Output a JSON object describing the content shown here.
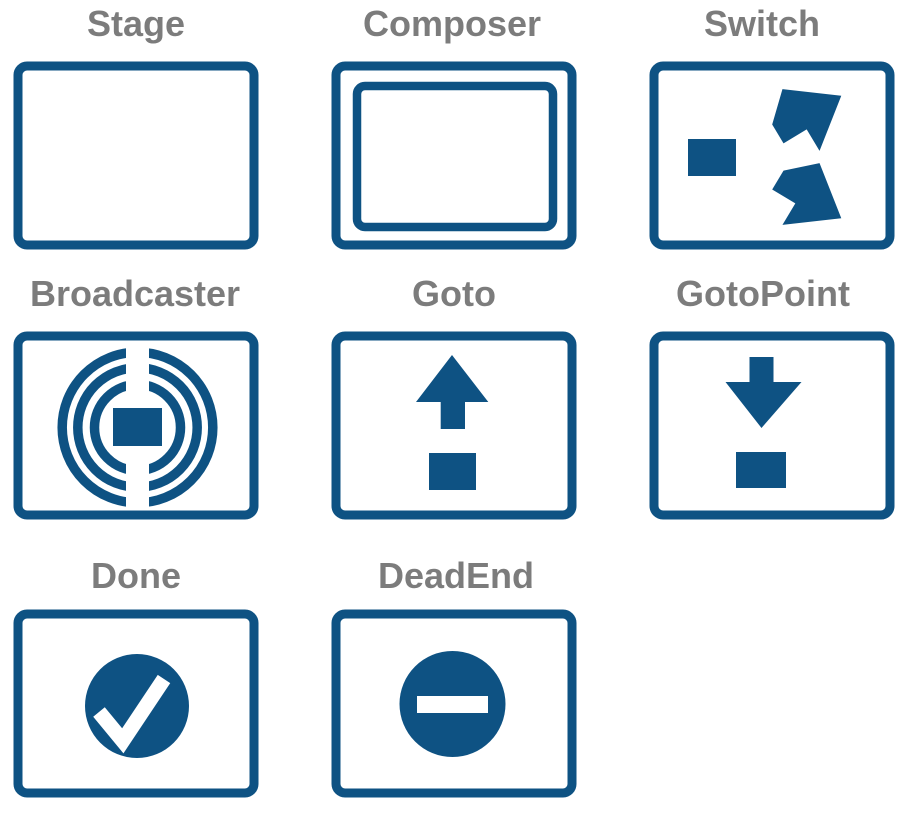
{
  "palette": {
    "shape_blue": "#0e5283",
    "label_gray": "#7c7c7c",
    "background": "#ffffff"
  },
  "legend": {
    "columns": 3,
    "rows": 3,
    "tile_count": 8
  },
  "tiles": [
    {
      "id": "stage",
      "label": "Stage",
      "icon": "empty-frame-icon"
    },
    {
      "id": "composer",
      "label": "Composer",
      "icon": "nested-frames-icon"
    },
    {
      "id": "switch",
      "label": "Switch",
      "icon": "square-branching-arrows-icon"
    },
    {
      "id": "broadcaster",
      "label": "Broadcaster",
      "icon": "broadcast-rings-icon"
    },
    {
      "id": "goto",
      "label": "Goto",
      "icon": "up-arrow-over-square-icon"
    },
    {
      "id": "gotopoint",
      "label": "GotoPoint",
      "icon": "down-arrow-to-square-icon"
    },
    {
      "id": "done",
      "label": "Done",
      "icon": "checkmark-circle-icon"
    },
    {
      "id": "deadend",
      "label": "DeadEnd",
      "icon": "no-entry-circle-icon"
    }
  ]
}
